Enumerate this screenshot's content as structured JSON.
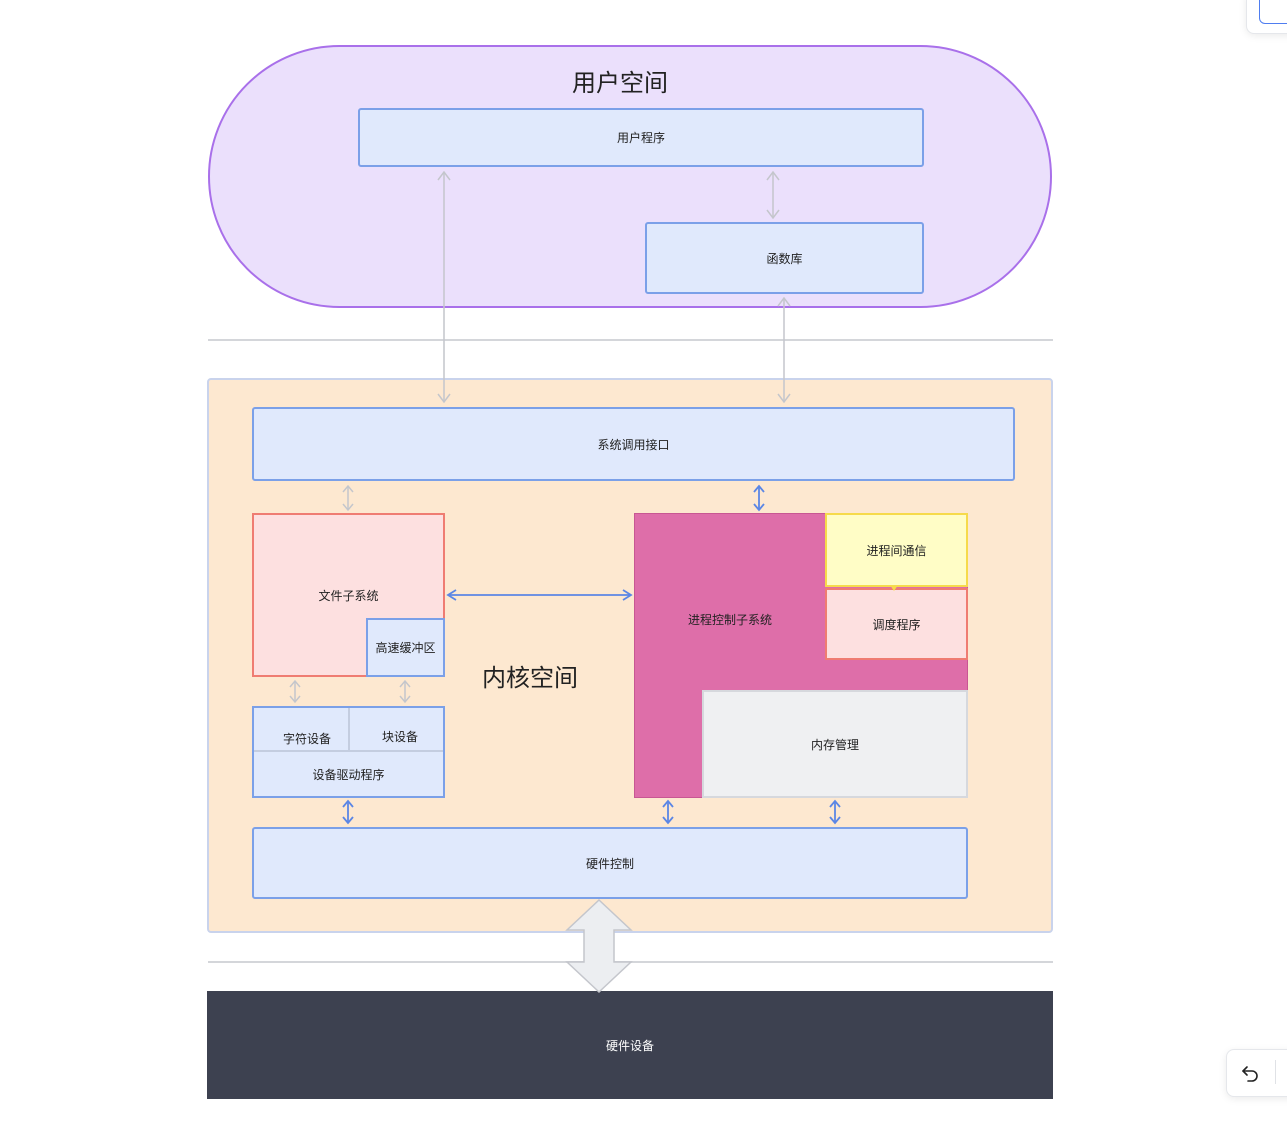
{
  "labels": {
    "user_space": "用户空间",
    "user_program": "用户程序",
    "library": "函数库",
    "syscall": "系统调用接口",
    "file_subsystem": "文件子系统",
    "buffer_cache": "高速缓冲区",
    "kernel_space": "内核空间",
    "char_device": "字符设备",
    "block_device": "块设备",
    "device_driver": "设备驱动程序",
    "process_control": "进程控制子系统",
    "ipc": "进程间通信",
    "scheduler": "调度程序",
    "memory_mgmt": "内存管理",
    "hw_control": "硬件控制",
    "hw_device": "硬件设备"
  },
  "colors": {
    "user_space_fill": "#ebe0fc",
    "user_space_stroke": "#a970ea",
    "kernel_fill": "#fde8d0",
    "box_blue_fill": "#e0e9fc",
    "box_blue_stroke": "#7ba0e8",
    "file_fill": "#fde0e0",
    "file_stroke": "#ef7c72",
    "process_fill": "#de6ea9",
    "ipc_fill": "#fffdc6",
    "ipc_stroke": "#f6da4b",
    "memory_fill": "#eff0f2",
    "hw_device_fill": "#3d4150",
    "arrow_gray": "#c4c6cc",
    "arrow_blue": "#5b86e5"
  },
  "icons": [
    "undo-icon"
  ]
}
